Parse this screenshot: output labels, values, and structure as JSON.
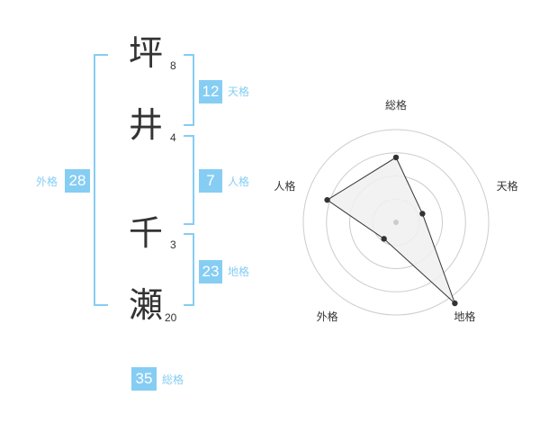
{
  "name": {
    "characters": [
      {
        "char": "坪",
        "strokes": "8"
      },
      {
        "char": "井",
        "strokes": "4"
      },
      {
        "char": "千",
        "strokes": "3"
      },
      {
        "char": "瀬",
        "strokes": "20"
      }
    ]
  },
  "kaku": {
    "tenkaku": {
      "label": "天格",
      "value": "12"
    },
    "jinkaku": {
      "label": "人格",
      "value": "7"
    },
    "chikaku": {
      "label": "地格",
      "value": "23"
    },
    "gaikaku": {
      "label": "外格",
      "value": "28"
    },
    "soukaku": {
      "label": "総格",
      "value": "35"
    }
  },
  "colors": {
    "accent": "#86cdf3",
    "text": "#333333",
    "grid": "#cccccc",
    "fill": "#f0f0f0"
  },
  "chart_data": {
    "type": "radar",
    "axes": [
      "総格",
      "天格",
      "地格",
      "外格",
      "人格"
    ],
    "values": [
      3.5,
      1.5,
      5.4,
      1.1,
      3.9
    ],
    "rmax": 5,
    "rings": 4,
    "grid": true
  }
}
